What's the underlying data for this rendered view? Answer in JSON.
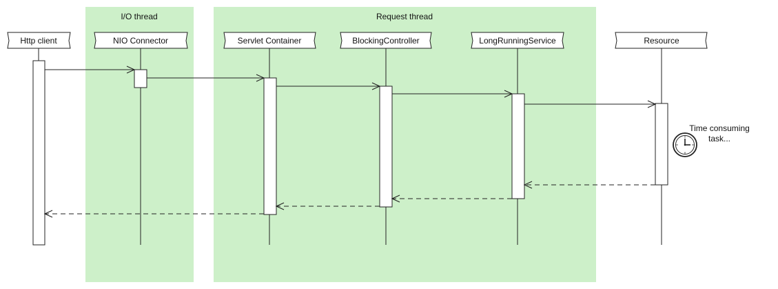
{
  "threads": [
    {
      "id": "io",
      "label": "I/O thread"
    },
    {
      "id": "request",
      "label": "Request thread"
    }
  ],
  "participants": [
    {
      "id": "http-client",
      "label": "Http client"
    },
    {
      "id": "nio-connector",
      "label": "NIO Connector"
    },
    {
      "id": "servlet-container",
      "label": "Servlet Container"
    },
    {
      "id": "blocking-controller",
      "label": "BlockingController"
    },
    {
      "id": "long-running-service",
      "label": "LongRunningService"
    },
    {
      "id": "resource",
      "label": "Resource"
    }
  ],
  "messages": [
    {
      "from": "http-client",
      "to": "nio-connector",
      "kind": "call"
    },
    {
      "from": "nio-connector",
      "to": "servlet-container",
      "kind": "call"
    },
    {
      "from": "servlet-container",
      "to": "blocking-controller",
      "kind": "call"
    },
    {
      "from": "blocking-controller",
      "to": "long-running-service",
      "kind": "call"
    },
    {
      "from": "long-running-service",
      "to": "resource",
      "kind": "call"
    },
    {
      "from": "resource",
      "to": "long-running-service",
      "kind": "return"
    },
    {
      "from": "long-running-service",
      "to": "blocking-controller",
      "kind": "return"
    },
    {
      "from": "blocking-controller",
      "to": "servlet-container",
      "kind": "return"
    },
    {
      "from": "servlet-container",
      "to": "http-client",
      "kind": "return"
    }
  ],
  "note": {
    "line1": "Time consuming",
    "line2": "task...",
    "icon": "clock-icon"
  },
  "colors": {
    "thread_fill": "#cdf0c9",
    "line": "#222222",
    "box_fill": "#ffffff"
  }
}
